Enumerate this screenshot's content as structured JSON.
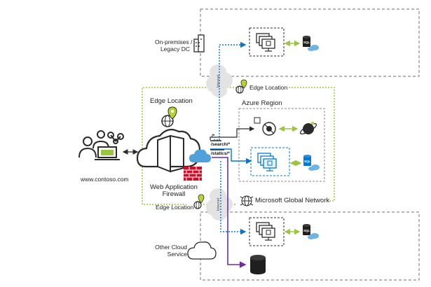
{
  "labels": {
    "on_prem": [
      "On-premises /",
      "Legacy DC"
    ],
    "edge_location_top": "Edge Location",
    "edge_location_left": "Edge Location",
    "edge_location_bottom": "Edge Location",
    "azure_region": "Azure Region",
    "waf": [
      "Web Application",
      "Firewall"
    ],
    "contoso": "www.contoso.com",
    "microsoft_global_network": "Microsoft Global Network",
    "other_cloud": [
      "Other Cloud",
      "Service"
    ],
    "internet_top": "Internet",
    "internet_bottom": "Internet",
    "routes": [
      "/*",
      "/search/*",
      "/statics/*"
    ],
    "sql": "SQL"
  },
  "colors": {
    "green": "#9bc53d",
    "blue": "#0078d4",
    "purple": "#6b2fa0",
    "dark": "#2b2b2b",
    "gray_border": "#8a8a8a",
    "firewall_red": "#c8102e"
  }
}
